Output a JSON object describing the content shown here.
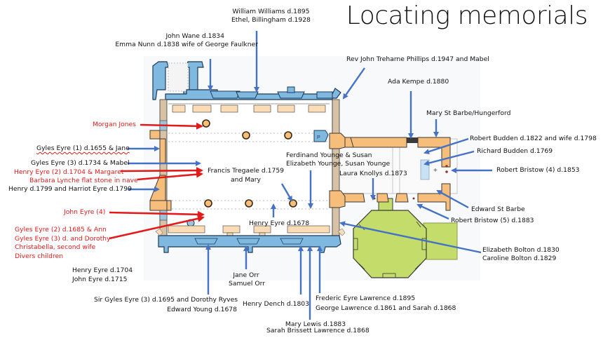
{
  "title": "Locating memorials",
  "colors": {
    "wall_blue": "#7fb9e0",
    "wall_orange": "#f7bd7a",
    "pew_light": "#fbdcb6",
    "chapter_green": "#c4dc6a",
    "arrow_blue": "#4472c4",
    "arrow_red": "#e21a1a",
    "outline": "#3a3a3a"
  },
  "labels": {
    "william_williams": [
      "William Williams d.1895",
      "Ethel, Billingham d.1928"
    ],
    "john_wane": [
      "John Wane d.1834",
      "Emma Nunn d.1838 wife of George Faulkner"
    ],
    "rev_phillips": "Rev John Treharne Phillips d.1947 and Mabel",
    "ada_kempe": "Ada Kempe d.1880",
    "mary_st_barbe": "Mary St Barbe/Hungerford",
    "robert_budden": "Robert Budden d.1822 and wife d.1798",
    "richard_budden": "Richard Budden d.1769",
    "robert_bristow_4": "Robert Bristow (4) d.1853",
    "edward_st_barbe": "Edward St Barbe",
    "robert_bristow_5": "Robert Bristow (5) d.1883",
    "bolton": [
      "Elizabeth Bolton d.1830",
      "Caroline Bolton d.1829"
    ],
    "morgan_jones": "Morgan Jones",
    "gyles_eyre_1": "Gyles Eyre (1) d.1655 & Jane",
    "gyles_eyre_3": "Gyles Eyre (3) d.1734 & Mabel",
    "henry_eyre_2": "Henry Eyre (2) d.1704 & Margaret",
    "barbara_lynche": "Barbara Lynche flat stone in nave",
    "henry_harriot": "Henry d.1799 and Harriot Eyre d.1799",
    "john_eyre_4": "John Eyre (4)",
    "gyles_eyre_2_group": [
      "Gyles Eyre (2) d.1685 & Ann",
      "Gyles Eyre (3) d. and Dorothy",
      "Christabella, second wife",
      "Divers children"
    ],
    "henry_john_eyre": [
      "Henry Eyre d.1704",
      "John Eyre d.1715"
    ],
    "sir_gyles": [
      "Sir Gyles Eyre (3) d.1695 and Dorothy Ryves",
      "Edward Young d.1678"
    ],
    "orr": [
      "Jane Orr",
      "Samuel Orr"
    ],
    "henry_dench": "Henry Dench d.1803",
    "mary_lewis": [
      "Mary Lewis d.1883",
      "Sarah Brissett Lawrence d.1868"
    ],
    "lawrence": [
      "Frederic Eyre Lawrence d.1895",
      "George Lawrence d.1861 and Sarah d.1868"
    ],
    "francis_tregaele": [
      "Francis Tregaele d.1759",
      "and Mary"
    ],
    "younge": [
      "Ferdinand Younge & Susan",
      "Elizabeth Younge, Susan Younge"
    ],
    "laura_knollys": "Laura Knollys d.1873",
    "henry_eyre_1678": "Henry Eyre d.1678"
  },
  "plan_symbols": {
    "pulpit_letter": "P",
    "cross": "+"
  }
}
